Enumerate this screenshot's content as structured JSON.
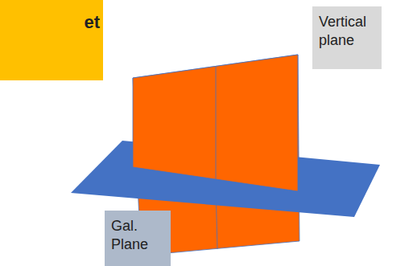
{
  "diagram": {
    "nodes": [
      {
        "text": [
          "et"
        ]
      },
      {
        "text": [
          "Vertical plane"
        ]
      },
      {
        "text": [
          "Gal. Plane"
        ]
      }
    ]
  }
}
